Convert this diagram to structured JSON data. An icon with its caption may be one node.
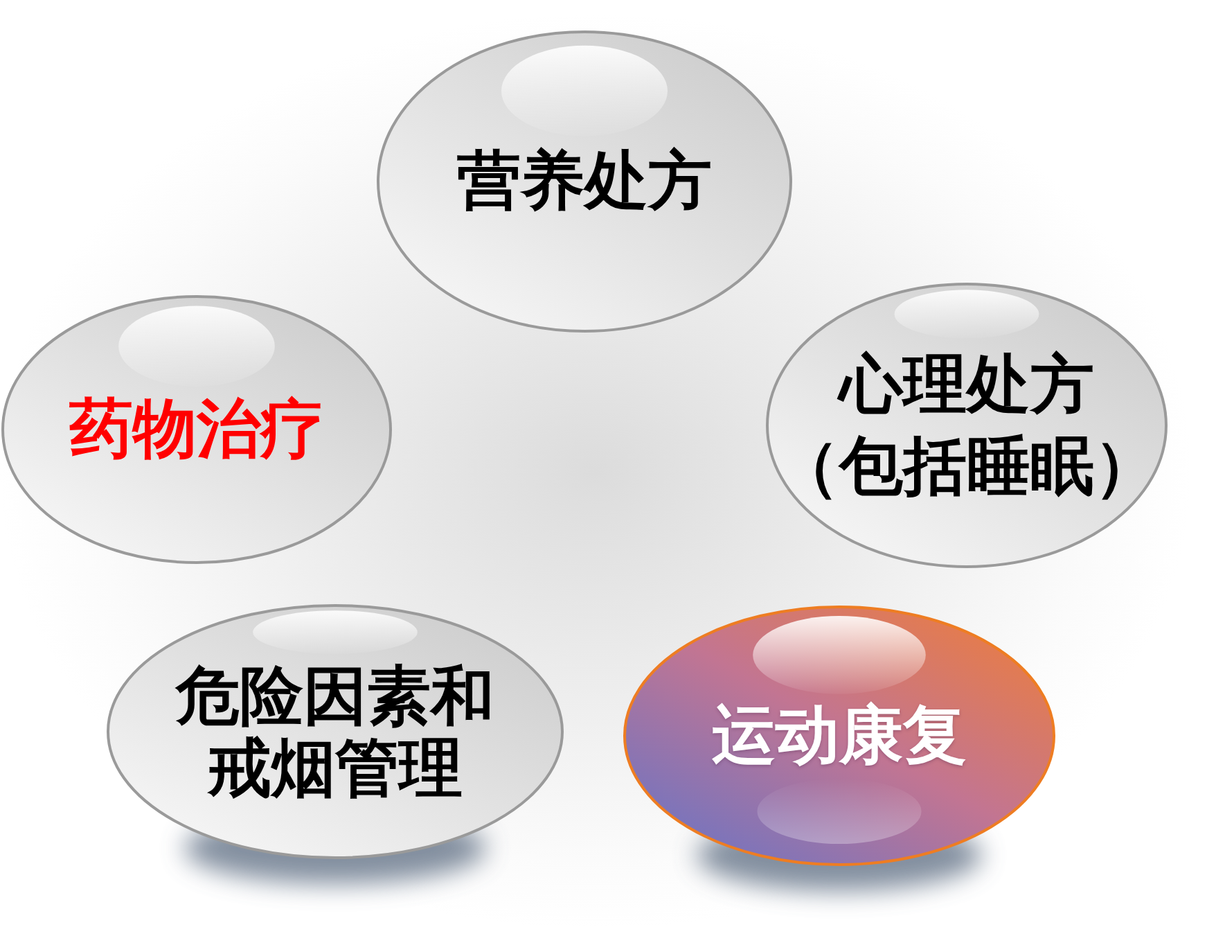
{
  "diagram": {
    "nodes": [
      {
        "text": [
          "营养处方"
        ]
      },
      {
        "text": [
          "药物治疗"
        ]
      },
      {
        "text": [
          "心理处方（包括睡眠）"
        ]
      },
      {
        "text": [
          "危险因素和戒烟管理"
        ]
      },
      {
        "text": [
          "运动康复"
        ]
      }
    ]
  }
}
